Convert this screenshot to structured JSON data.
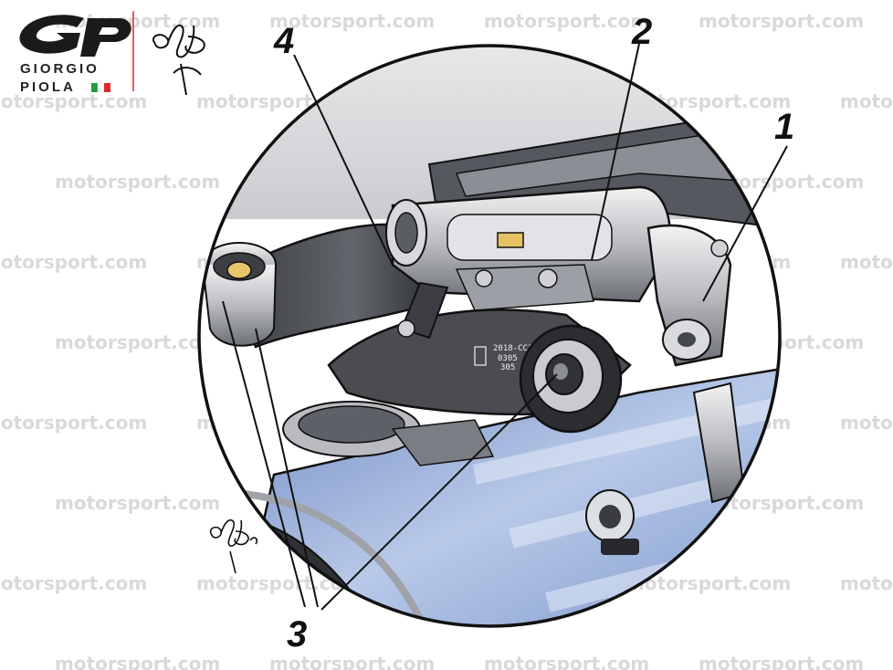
{
  "watermark": {
    "text": "motorsport.com"
  },
  "logo": {
    "line1": "GIORGIO",
    "line2": "PIOLA",
    "flag": [
      "#1f9a3c",
      "#ffffff",
      "#d92b2b"
    ]
  },
  "signature": {
    "text": "GPiola"
  },
  "callouts": {
    "c1": "1",
    "c2": "2",
    "c3": "3",
    "c4": "4"
  },
  "part_stamp": {
    "line1": "2018-CC1",
    "line2": "0305",
    "line3": "305"
  },
  "colors": {
    "ink": "#111111",
    "body_blue": "#8fa9d6",
    "metal": "#c4c6cb",
    "dark_part": "#4d5056"
  }
}
